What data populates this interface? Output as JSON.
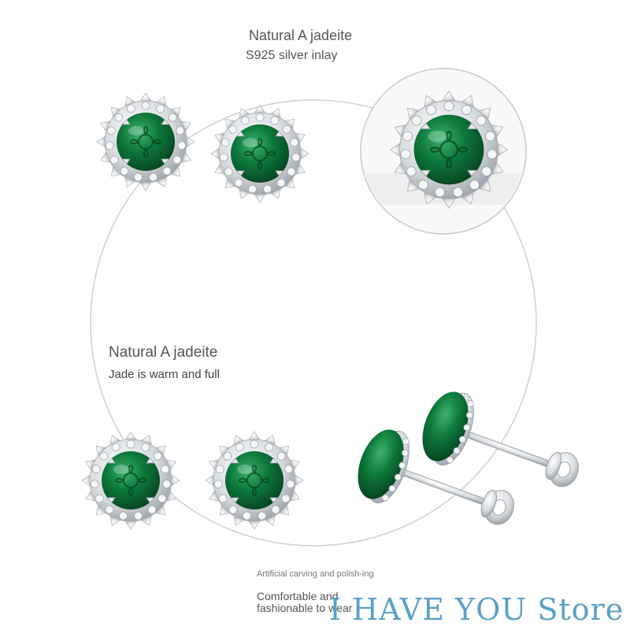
{
  "texts": {
    "top_title": "Natural A jadeite",
    "top_subtitle": "S925 silver inlay",
    "mid_title": "Natural A jadeite",
    "mid_subtitle": "Jade is warm and full",
    "feature_1": "Artificial carving and polish-ing",
    "feature_2": "Comfortable and fashionable to wear",
    "store_name": "I HAVE YOU Store"
  },
  "colors": {
    "jade": "#0e7a3c",
    "jade_dark": "#07552a",
    "silver": "#d9dcdf",
    "ring_line": "#c9c9c9",
    "store_text": "#5aa0c8"
  },
  "icons": [
    "earring-stud-icon",
    "magnifier-circle"
  ]
}
